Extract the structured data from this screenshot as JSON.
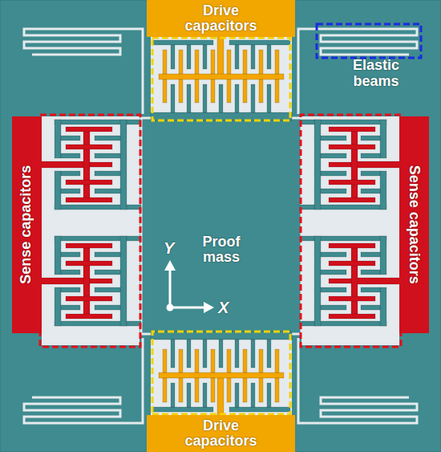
{
  "diagram": {
    "nodes": [
      {
        "text": [
          "Drive capacitors"
        ]
      },
      {
        "text": [
          "Sense capacitors"
        ]
      },
      {
        "text": [
          "Proof mass"
        ]
      },
      {
        "text": [
          "Sense capacitors"
        ]
      },
      {
        "text": [
          "Drive capacitors"
        ]
      }
    ],
    "labels": [
      "Elastic beams",
      "Y",
      "X"
    ]
  }
}
